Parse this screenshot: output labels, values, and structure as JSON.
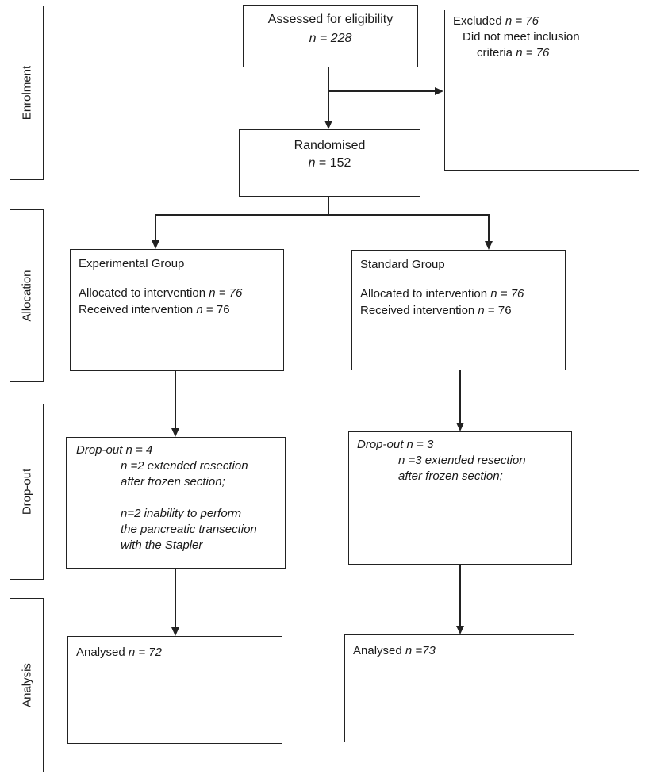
{
  "stages": {
    "enrolment": "Enrolment",
    "allocation": "Allocation",
    "dropout": "Drop-out",
    "analysis": "Analysis"
  },
  "assessed": {
    "label": "Assessed  for eligibility",
    "n": "n = 228"
  },
  "excluded": {
    "label": "Excluded ",
    "n": "n = 76",
    "reason": "Did not meet inclusion",
    "reason2": "criteria ",
    "reason_n": "n = 76"
  },
  "randomised": {
    "label": "Randomised",
    "n_pre": "n",
    "n_val": " = 152"
  },
  "experimental": {
    "title": "Experimental Group",
    "allocated": "Allocated to intervention ",
    "allocated_n": "n = 76",
    "received": "Received intervention ",
    "received_n_pre": "n",
    "received_n_val": " = 76"
  },
  "standard": {
    "title": "Standard Group",
    "allocated": "Allocated to intervention ",
    "allocated_n": "n = 76",
    "received": "Received intervention ",
    "received_n_pre": "n",
    "received_n_val": " = 76"
  },
  "exp_dropout": {
    "title": "Drop-out ",
    "n": "n = 4",
    "line1": "n =2 extended resection",
    "line2": "after frozen section;",
    "line3": "n=2 inability to perform",
    "line4": "the pancreatic transection",
    "line5": "with the Stapler"
  },
  "std_dropout": {
    "title": "Drop-out ",
    "n": "n = 3",
    "line1": "n =3 extended resection",
    "line2": "after frozen section;"
  },
  "exp_analysed": {
    "label": "Analysed ",
    "n": "n = 72"
  },
  "std_analysed": {
    "label": "Analysed ",
    "n": "n =73"
  }
}
